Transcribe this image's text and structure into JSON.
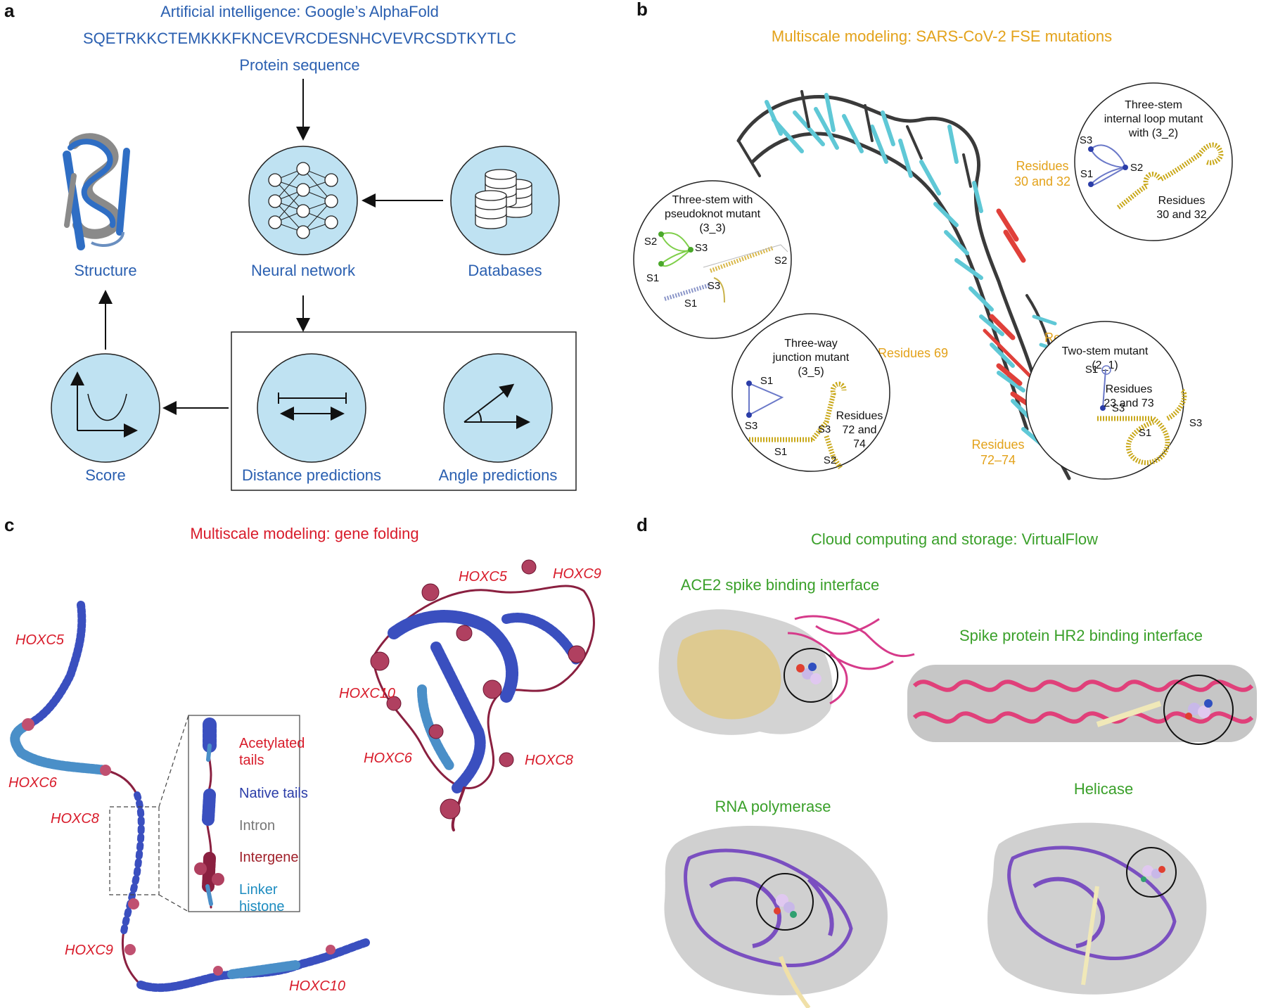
{
  "panel_a": {
    "letter": "a",
    "title": "Artificial intelligence: Google’s AlphaFold",
    "sequence": "SQETRKKCTEMKKKFKNCEVRCDESNHCVEVRCSDTKYTLC",
    "protein_sequence": "Protein sequence",
    "structure": "Structure",
    "neural_network": "Neural network",
    "databases": "Databases",
    "score": "Score",
    "distance_predictions": "Distance predictions",
    "angle_predictions": "Angle predictions"
  },
  "panel_b": {
    "letter": "b",
    "title": "Multiscale modeling: SARS-CoV-2 FSE mutations",
    "res_30_32_a": "Residues",
    "res_30_32_b": "30 and 32",
    "res_69": "Residues 69",
    "res_23": "Residues 23",
    "res_72_74_a": "Residues",
    "res_72_74_b": "72–74",
    "pseudoknot": {
      "l1": "Three-stem with",
      "l2": "pseudoknot mutant",
      "l3": "(3_3)",
      "s1": "S1",
      "s2": "S2",
      "s3": "S3",
      "s2b": "S2",
      "s3b": "S3",
      "s1b": "S1"
    },
    "internal_loop": {
      "l1": "Three-stem",
      "l2": "internal loop mutant",
      "l3": "with (3_2)",
      "s1": "S1",
      "s2": "S2",
      "s3": "S3",
      "r1": "Residues",
      "r2": "30 and 32"
    },
    "three_way": {
      "l1": "Three-way",
      "l2": "junction mutant",
      "l3": "(3_5)",
      "s1": "S1",
      "s3": "S3",
      "r1": "Residues",
      "r2": "72 and",
      "r3": "74",
      "s3b": "S3",
      "s1b": "S1",
      "s2b": "S2"
    },
    "two_stem": {
      "l1": "Two-stem mutant",
      "l2": "(2_1)",
      "s1": "S1",
      "s3": "S3",
      "r1": "Residues",
      "r2": "23 and 73",
      "s1b": "S1",
      "s3b": "S3"
    }
  },
  "panel_c": {
    "letter": "c",
    "title": "Multiscale modeling: gene folding",
    "hoxc5": "HOXC5",
    "hoxc6": "HOXC6",
    "hoxc8": "HOXC8",
    "hoxc9": "HOXC9",
    "hoxc10": "HOXC10",
    "r_hoxc5": "HOXC5",
    "r_hoxc9": "HOXC9",
    "r_hoxc10": "HOXC10",
    "r_hoxc6": "HOXC6",
    "r_hoxc8": "HOXC8",
    "legend": {
      "acetylated_1": "Acetylated",
      "acetylated_2": "tails",
      "native": "Native tails",
      "intron": "Intron",
      "intergene": "Intergene",
      "linker_1": "Linker",
      "linker_2": "histone"
    }
  },
  "panel_d": {
    "letter": "d",
    "title": "Cloud computing and storage: VirtualFlow",
    "ace2": "ACE2 spike binding interface",
    "hr2": "Spike protein HR2 binding interface",
    "rna_pol": "RNA polymerase",
    "helicase": "Helicase"
  },
  "colors": {
    "blue_text": "#2a5fb0",
    "light_blue_circle": "#bfe2f2",
    "orange_text": "#e3a21a",
    "red_text": "#d81b2a",
    "green_text": "#3aa02a",
    "cyan_rna": "#5fc8d6",
    "red_rna": "#e0403a",
    "purple_protein": "#7a4fc0",
    "pink_protein": "#d63a8a",
    "yellow_protein": "#e8c25a"
  }
}
